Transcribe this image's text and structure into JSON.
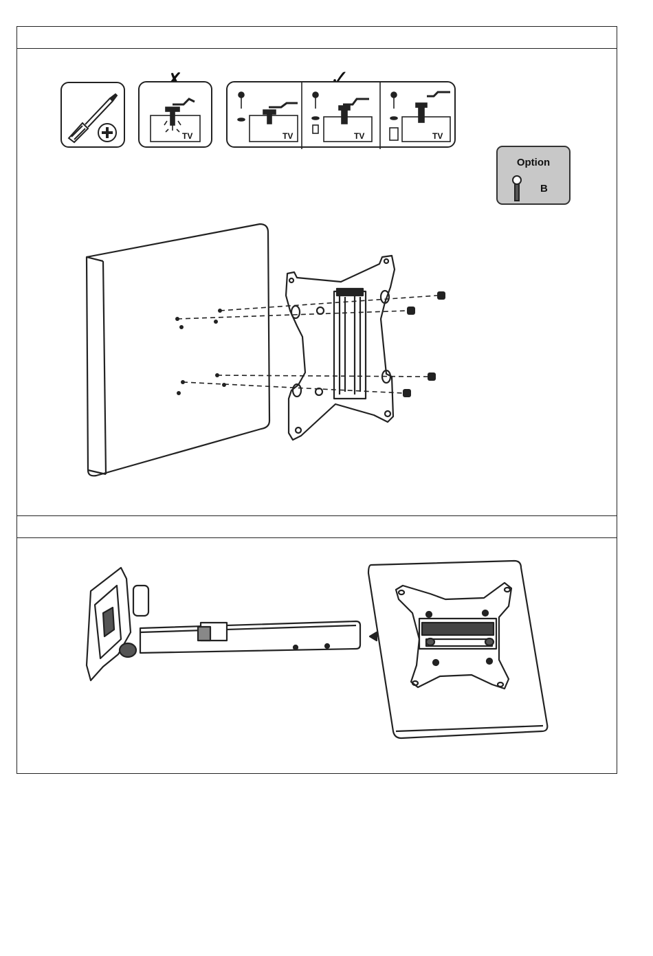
{
  "header": {
    "step_bar_top": "",
    "step_bar_bottom": ""
  },
  "icons": {
    "wrong_mark": "✗",
    "right_mark": "✓",
    "tv_label": "TV"
  },
  "option_box": {
    "title": "Option",
    "letter": "B",
    "background": "#c8c8c8"
  }
}
